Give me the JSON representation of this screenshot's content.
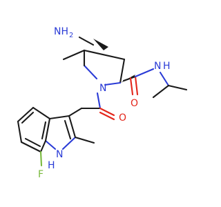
{
  "atom_labels": {
    "amine_nh2": "NH",
    "amine_subscript": "2",
    "ring_n": "N",
    "amide_nh": "N",
    "amide_nh_h": "H",
    "amide_o": "O",
    "ketone_o": "O",
    "indole_nh": "N",
    "indole_nh_h": "H",
    "fluorine": "F"
  },
  "colors": {
    "bond": "#1a1a1a",
    "nitrogen": "#2a3bd6",
    "oxygen": "#e3261b",
    "fluorine": "#78b93c"
  }
}
